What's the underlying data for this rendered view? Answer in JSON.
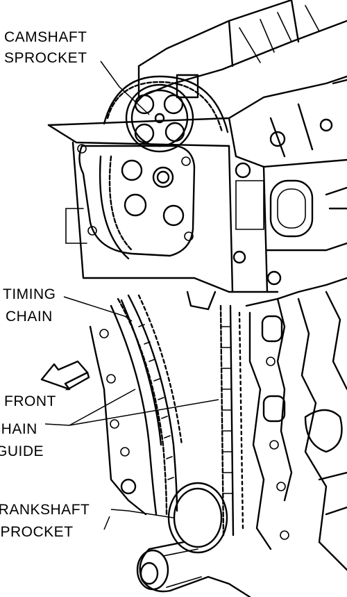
{
  "labels": {
    "camshaft_sprocket": [
      "CAMSHAFT",
      "SPROCKET"
    ],
    "timing_chain": [
      "TIMING",
      "CHAIN"
    ],
    "front": "FRONT",
    "chain_guide": [
      "CHAIN",
      "GUIDE"
    ],
    "crankshaft_sprocket": [
      "CRANKSHAFT",
      "SPROCKET"
    ]
  },
  "icons": {
    "front_arrow": "arrow-down-left-icon"
  },
  "colors": {
    "ink": "#000000",
    "paper": "#ffffff"
  }
}
